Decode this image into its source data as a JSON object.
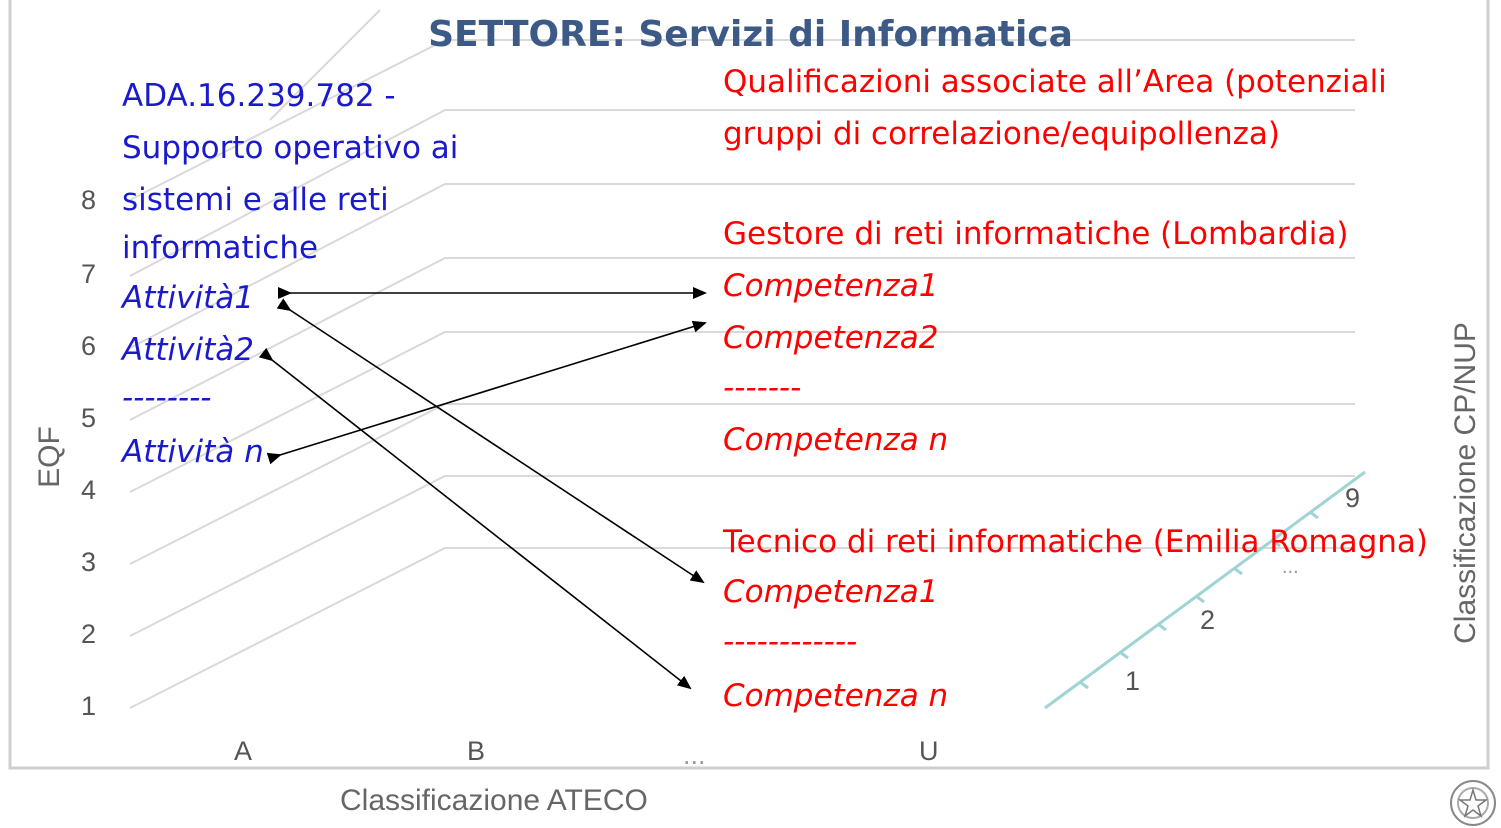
{
  "title": "SETTORE: Servizi di Informatica",
  "left_block": {
    "ada_lines": [
      "ADA.16.239.782 -",
      "Supporto operativo ai",
      "sistemi e alle reti",
      "informatiche"
    ],
    "attivita": [
      "Attività1",
      "Attività2",
      "--------",
      "Attività n"
    ]
  },
  "right_block": {
    "header_lines": [
      "Qualificazioni associate all’Area (potenziali",
      "gruppi di correlazione/equipollenza)"
    ],
    "qual1": {
      "name": "Gestore di reti informatiche (Lombardia)",
      "items": [
        "Competenza1",
        "Competenza2",
        "-------",
        "Competenza n"
      ]
    },
    "qual2": {
      "name": "Tecnico di reti informatiche (Emilia Romagna)",
      "items": [
        "Competenza1",
        "------------",
        "Competenza n"
      ]
    }
  },
  "axes": {
    "y_title": "EQF",
    "y_ticks": [
      "1",
      "2",
      "3",
      "4",
      "5",
      "6",
      "7",
      "8"
    ],
    "x_title": "Classificazione ATECO",
    "x_ticks": [
      "A",
      "B",
      "...",
      "U"
    ],
    "z_title": "Classificazione CP/NUP",
    "z_ticks": [
      "1",
      "2",
      "...",
      "9"
    ]
  },
  "colors": {
    "title": "#3d5a86",
    "left_text": "#1a1acc",
    "right_text": "#ff0000",
    "grid": "#cfcfcf",
    "cp_axis": "#9fd4d4",
    "arrow": "#000000"
  }
}
